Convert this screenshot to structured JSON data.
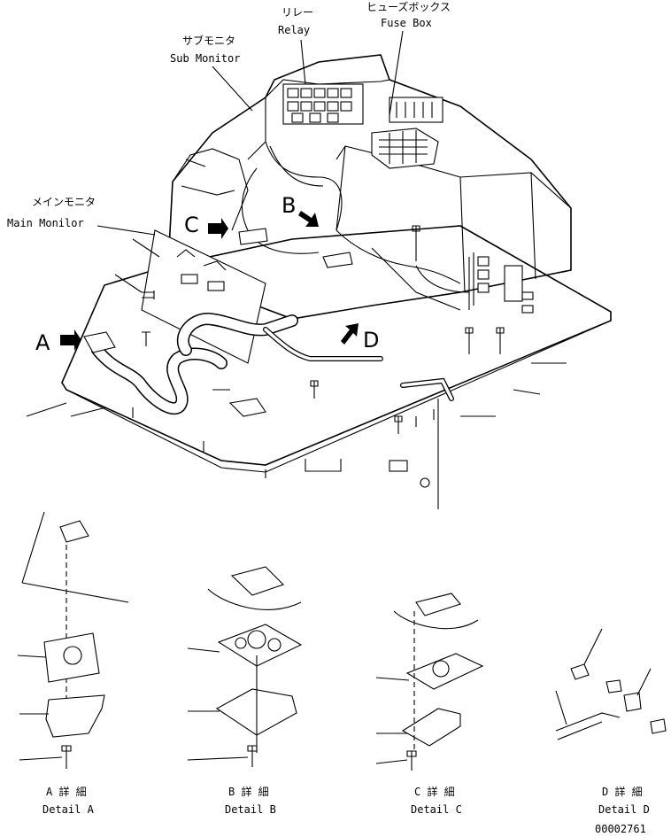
{
  "callouts": {
    "relay_jp": "リレー",
    "relay_en": "Relay",
    "fuse_box_jp": "ヒューズボックス",
    "fuse_box_en": "Fuse Box",
    "sub_monitor_jp": "サブモニタ",
    "sub_monitor_en": "Sub Monitor",
    "main_monitor_jp": "メインモニタ",
    "main_monitor_en": "Main Monilor"
  },
  "view_markers": {
    "a": "A",
    "b": "B",
    "c": "C",
    "d": "D"
  },
  "details": [
    {
      "jp": "A 詳 細",
      "en": "Detail A"
    },
    {
      "jp": "B 詳 細",
      "en": "Detail B"
    },
    {
      "jp": "C 詳 細",
      "en": "Detail C"
    },
    {
      "jp": "D 詳 細",
      "en": "Detail D"
    }
  ],
  "drawing_number": "00002761"
}
